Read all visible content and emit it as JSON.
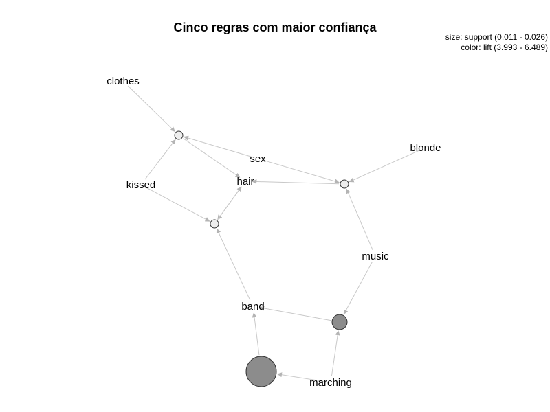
{
  "title": "Cinco regras com maior confiança",
  "legend": {
    "size": "size: support (0.011 - 0.026)",
    "color": "color: lift (3.993 - 6.489)"
  },
  "colors": {
    "edge": "#c8c8c8",
    "rule_low_lift": "#eeeeee",
    "rule_high_lift": "#8c8c8c",
    "stroke": "#333333"
  },
  "items": [
    {
      "id": "clothes",
      "label": "clothes"
    },
    {
      "id": "kissed",
      "label": "kissed"
    },
    {
      "id": "sex",
      "label": "sex"
    },
    {
      "id": "hair",
      "label": "hair"
    },
    {
      "id": "blonde",
      "label": "blonde"
    },
    {
      "id": "music",
      "label": "music"
    },
    {
      "id": "band",
      "label": "band"
    },
    {
      "id": "marching",
      "label": "marching"
    }
  ],
  "rules": [
    {
      "id": "r1",
      "support": "low",
      "lift": "low"
    },
    {
      "id": "r2",
      "support": "low",
      "lift": "low"
    },
    {
      "id": "r3",
      "support": "low",
      "lift": "low"
    },
    {
      "id": "r4",
      "support": "medium",
      "lift": "high"
    },
    {
      "id": "r5",
      "support": "high",
      "lift": "high"
    }
  ],
  "edges": [
    {
      "from": "clothes",
      "to": "r1"
    },
    {
      "from": "kissed",
      "to": "r1"
    },
    {
      "from": "sex",
      "to": "r1"
    },
    {
      "from": "r1",
      "to": "hair"
    },
    {
      "from": "sex",
      "to": "r2"
    },
    {
      "from": "blonde",
      "to": "r2"
    },
    {
      "from": "r2",
      "to": "hair"
    },
    {
      "from": "kissed",
      "to": "r3"
    },
    {
      "from": "band",
      "to": "r3"
    },
    {
      "from": "hair",
      "to": "r3"
    },
    {
      "from": "r3",
      "to": "hair"
    },
    {
      "from": "music",
      "to": "r2"
    },
    {
      "from": "music",
      "to": "r4"
    },
    {
      "from": "marching",
      "to": "r4"
    },
    {
      "from": "r4",
      "to": "band"
    },
    {
      "from": "marching",
      "to": "r5"
    },
    {
      "from": "r5",
      "to": "band"
    }
  ]
}
